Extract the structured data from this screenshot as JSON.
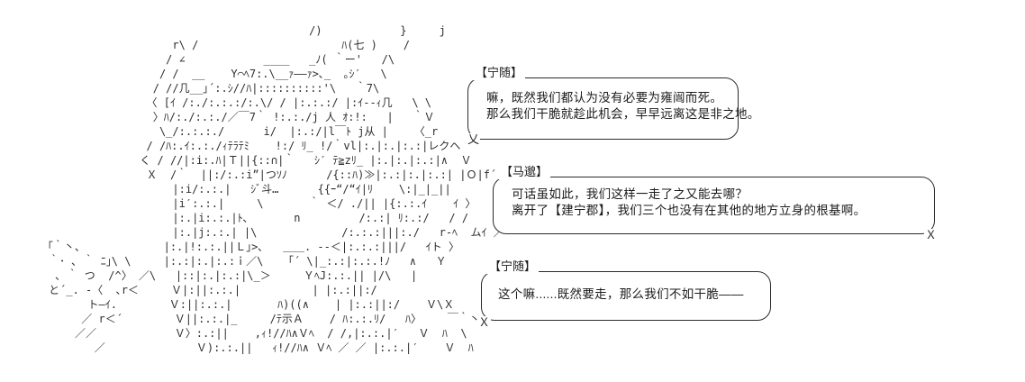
{
  "scene": {
    "background_color": "#ffffff",
    "ink_color": "#2b2b2b"
  },
  "art": {
    "text": "                                             /)            }     j\n                        r\\ /                      ﾊ(七 )    /\n                       / ∠            ____   _ﾉ( ｀ー'   /\\\n                      / /  __    Y⌒ﾍ7:.\\__ｧ――ｧ>､_  ｡ｼ′   \\\n                     / //几__｣´:.ｼ//ﾊ|::::::::::'\\   ｀7\\\n                    〈 [ｲ /:./:.:.:/:.\\/ / |:.:.:/ |:ｲ--ｨ几   \\ \\\n                     〉ﾊ/:./:.:./／￣7｀ !:.:./j 人 ｵ:!:   |   ｀Ｖ\n                      \\_/:.:.:./      i/  |:.:/|l￣ﾄ j从 |    〈_r\n                    / /ﾊ:.ｲ:.:./ｨﾃﾗﾃﾐ    !:/ ﾘ_ !/｀vl|:.|:.|:.:|レクヘ\n                   く / //|:i:.ﾊ|Ｔ||{::∩|｀   ｼ′ ﾃ≧zﾘ_ |:.|:.|:.:|∧  Ｖ\n                    Ｘ  /｀  ||:/:.:i”|つｿﾉ      /{::ﾊ)≫|:.:|:.|:.:| |Ｏ|f´\n                        |:i/:.:.|   ｼﾞ斗…      {{ｰ“/“ｲ|ﾘ    \\:|_|_||\n                        |i′:.:.|     \\       ｀ ＜/ ./|| |{:.:.ｲ    ｲ 〉   |\n                        |:.|i:.:.|ﾄ､       n         /:.:| ﾘ:.:/   / /    〉\n                        |:.|j:.:.| |\\             /:.:.:|||:./   r‐ﾍ  ムｲ ／\n    「｀丶、            |:.|!:.:.||Ｌ｣>､   ＿＿. --＜|:.:.:|||/   ｲト 〉\n     ｀･ ､ ｀ ﾆ｣\\ \\     |:.:|:.|:.:ｉ／\\   「´ \\|_:.:|:.:.!ﾉ   ∧   Ｙ\n      ､ ｀ つ  /^〉 ／\\   |::|:.|:.:|\\_＞     ＹﾍJ:.:.|| |/\\   |\n     と´_. -〈  ､r＜     Ｖ|:||:.:.|           | |:.:||:/\n           ト―ｲ.        Ｖ:||:.:.|       ﾊ)((∧    | |:.:||:/    Ｖ\\Ｘ\n          ／ r＜´        Ｖ||:.:.|_     /ﾃ示Ａ    / ﾊ:.:.ﾘ/   ﾊ〉    ￣｀丶\n         ／／            Ｖ〉:.:||    ,ｨ!//ﾊ∧Ｖﾍ  / /,|:.:.|′   Ｖ  ﾊ  \\\n            ／              Ｖ):.:.||   ｨ!//ﾊ∧ Ｖﾍ ／ ／ |:.:.|′    Ｖ  ﾊ"
  },
  "dialogue": [
    {
      "name": "【宁随】",
      "lines": [
        "嘛，既然我们都认为没有必要为雍闿而死。",
        "那么我们干脆就趁此机会，早早远离这是非之地。"
      ],
      "tail": "乂"
    },
    {
      "name": "【马邈】",
      "lines": [
        "可话虽如此，我们这样一走了之又能去哪？",
        "离开了【建宁郡】，我们三个也没有在其他的地方立身的根基啊。"
      ],
      "tail": "Ｘ"
    },
    {
      "name": "【宁随】",
      "lines": [
        "这个嘛......既然要走，那么我们不如干脆——"
      ],
      "tail": "Ｘ"
    }
  ]
}
